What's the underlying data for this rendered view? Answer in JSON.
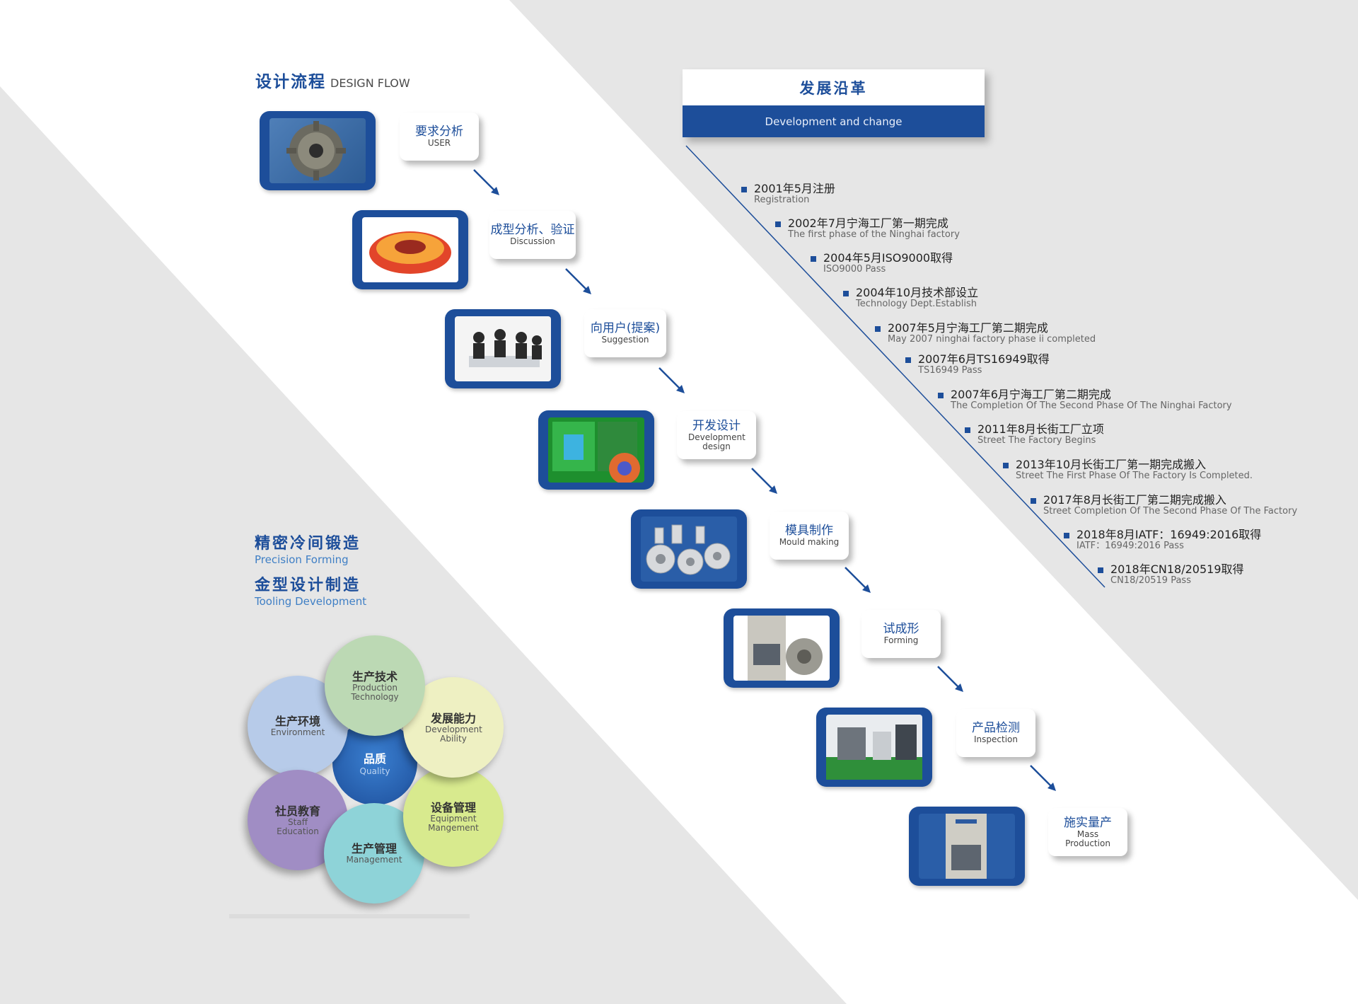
{
  "design_flow": {
    "title_cn": "设计流程",
    "title_en": "DESIGN FLOW",
    "steps": [
      {
        "cn": "要求分析",
        "en": "USER",
        "image": "gear-part-photo"
      },
      {
        "cn": "成型分析、验证",
        "en": "Discussion",
        "image": "forming-simulation-photo"
      },
      {
        "cn": "向用户(提案)",
        "en": "Suggestion",
        "image": "meeting-photo"
      },
      {
        "cn": "开发设计",
        "en": "Development design",
        "image": "cad-design-photo"
      },
      {
        "cn": "模具制作",
        "en": "Mould making",
        "image": "mould-parts-photo"
      },
      {
        "cn": "试成形",
        "en": "Forming",
        "image": "press-machine-photo"
      },
      {
        "cn": "产品检测",
        "en": "Inspection",
        "image": "inspection-lab-photo"
      },
      {
        "cn": "施实量产",
        "en": "Mass Production",
        "image": "production-press-photo"
      }
    ]
  },
  "history": {
    "title_cn": "发展沿革",
    "title_en": "Development and change",
    "items": [
      {
        "cn": "2001年5月注册",
        "en": "Registration"
      },
      {
        "cn": "2002年7月宁海工厂第一期完成",
        "en": "The first phase of the Ninghai factory"
      },
      {
        "cn": "2004年5月ISO9000取得",
        "en": "ISO9000 Pass"
      },
      {
        "cn": "2004年10月技术部设立",
        "en": "Technology Dept.Establish"
      },
      {
        "cn": "2007年5月宁海工厂第二期完成",
        "en": "May 2007 ninghai factory phase ii completed"
      },
      {
        "cn": "2007年6月TS16949取得",
        "en": "TS16949 Pass"
      },
      {
        "cn": "2007年6月宁海工厂第二期完成",
        "en": "The Completion Of The Second Phase Of The Ninghai Factory"
      },
      {
        "cn": "2011年8月长街工厂立项",
        "en": "Street The Factory Begins"
      },
      {
        "cn": "2013年10月长街工厂第一期完成搬入",
        "en": "Street The First Phase Of The Factory Is Completed."
      },
      {
        "cn": "2017年8月长街工厂第二期完成搬入",
        "en": "Street Completion Of The Second Phase Of The Factory"
      },
      {
        "cn": "2018年8月IATF：16949:2016取得",
        "en": "IATF：16949:2016 Pass"
      },
      {
        "cn": "2018年CN18/20519取得",
        "en": "CN18/20519 Pass"
      }
    ]
  },
  "sections": [
    {
      "cn": "精密冷间锻造",
      "en": "Precision Forming"
    },
    {
      "cn": "金型设计制造",
      "en": "Tooling Development"
    }
  ],
  "quality_wheel": {
    "center": {
      "cn": "品质",
      "en": "Quality"
    },
    "petals": [
      {
        "cn": "生产技术",
        "en": "Production Technology",
        "color": "#bcd9b4"
      },
      {
        "cn": "发展能力",
        "en": "Development Ability",
        "color": "#eef0c2"
      },
      {
        "cn": "设备管理",
        "en": "Equipment Mangement",
        "color": "#d8ea8e"
      },
      {
        "cn": "生产管理",
        "en": "Management",
        "color": "#8ed3d8"
      },
      {
        "cn": "社员教育",
        "en": "Staff Education",
        "color": "#a08dc4"
      },
      {
        "cn": "生产环境",
        "en": "Environment",
        "color": "#b7cbe9"
      }
    ]
  },
  "colors": {
    "brand_blue": "#1d4e9a",
    "bg_gray": "#e6e6e6"
  }
}
